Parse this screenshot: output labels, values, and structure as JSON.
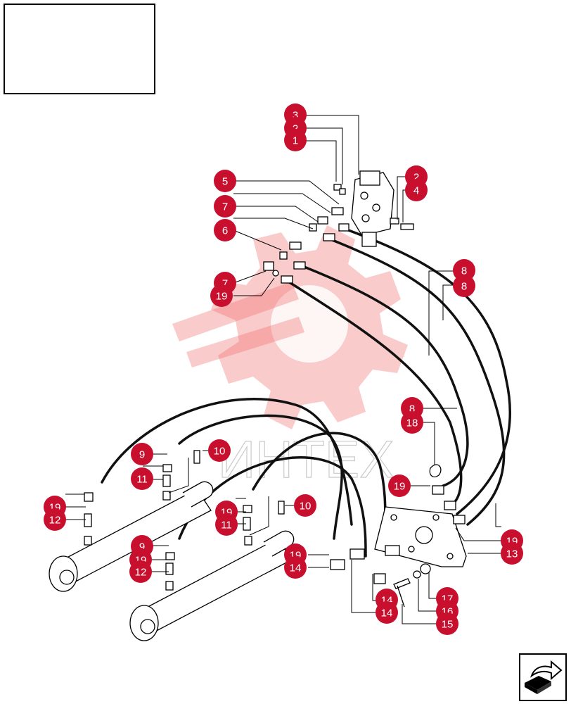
{
  "title_box": {
    "text": ""
  },
  "watermark": {
    "text": "ИНТЕХ",
    "color": "#f26b6b"
  },
  "callout_color": "#c8102e",
  "callouts": [
    {
      "id": "c1",
      "label": "3"
    },
    {
      "id": "c2",
      "label": "2"
    },
    {
      "id": "c3",
      "label": "1"
    },
    {
      "id": "c4",
      "label": "5"
    },
    {
      "id": "c5",
      "label": "7"
    },
    {
      "id": "c6",
      "label": "6"
    },
    {
      "id": "c7",
      "label": "7"
    },
    {
      "id": "c8",
      "label": "19"
    },
    {
      "id": "c9",
      "label": "2"
    },
    {
      "id": "c10",
      "label": "4"
    },
    {
      "id": "c11",
      "label": "8"
    },
    {
      "id": "c12",
      "label": "8"
    },
    {
      "id": "c13",
      "label": "8"
    },
    {
      "id": "c14",
      "label": "18"
    },
    {
      "id": "c15",
      "label": "9"
    },
    {
      "id": "c16",
      "label": "11"
    },
    {
      "id": "c17",
      "label": "10"
    },
    {
      "id": "c18",
      "label": "19"
    },
    {
      "id": "c19",
      "label": "12"
    },
    {
      "id": "c20",
      "label": "19"
    },
    {
      "id": "c21",
      "label": "11"
    },
    {
      "id": "c22",
      "label": "10"
    },
    {
      "id": "c23",
      "label": "9"
    },
    {
      "id": "c24",
      "label": "19"
    },
    {
      "id": "c25",
      "label": "12"
    },
    {
      "id": "c26",
      "label": "19"
    },
    {
      "id": "c27",
      "label": "14"
    },
    {
      "id": "c28",
      "label": "19"
    },
    {
      "id": "c29",
      "label": "19"
    },
    {
      "id": "c30",
      "label": "13"
    },
    {
      "id": "c31",
      "label": "14"
    },
    {
      "id": "c32",
      "label": "14"
    },
    {
      "id": "c33",
      "label": "17"
    },
    {
      "id": "c34",
      "label": "16"
    },
    {
      "id": "c35",
      "label": "15"
    }
  ],
  "nav": {
    "icon": "next-page-arrow-icon"
  }
}
